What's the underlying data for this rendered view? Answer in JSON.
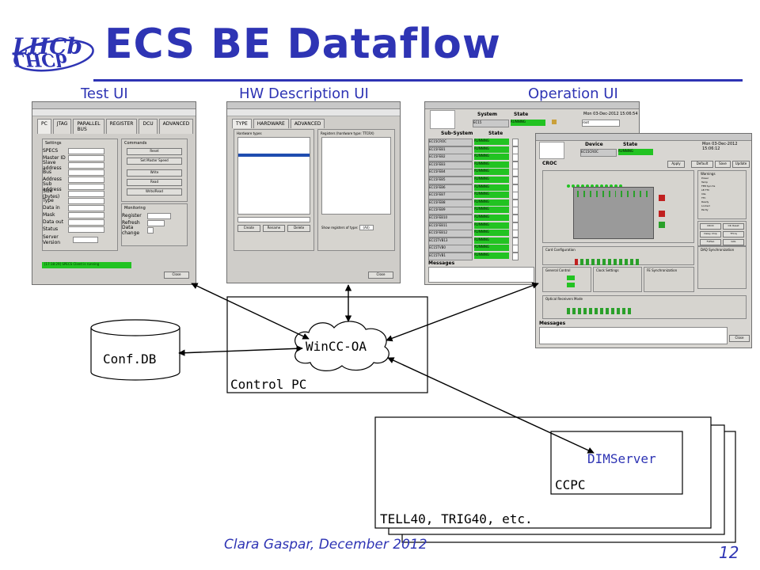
{
  "slide": {
    "title": "ECS BE Dataflow",
    "logo_text": "LHCb",
    "footer": "Clara Gaspar, December 2012",
    "page_number": "12",
    "accent_color": "#2e34b4"
  },
  "headings": {
    "test_ui": "Test UI",
    "hw_ui": "HW Description UI",
    "op_ui": "Operation UI"
  },
  "diagram": {
    "conf_db": "Conf.DB",
    "wincc": "WinCC-OA",
    "control_pc": "Control PC",
    "dimserver": "DIMServer",
    "ccpc": "CCPC",
    "tell40": "TELL40, TRIG40, etc."
  },
  "test_ui": {
    "tabs": [
      "PC",
      "JTAG",
      "PARALLEL BUS",
      "REGISTER",
      "DCU",
      "ADVANCED"
    ],
    "settings_title": "Settings",
    "commands_title": "Commands",
    "monitoring_title": "Monitoring",
    "field_labels": [
      "SPECS",
      "Master ID",
      "Slave address",
      "Bus",
      "Address",
      "Sub address",
      "Size (bytes)",
      "Type",
      "Data in",
      "Mask",
      "Data out",
      "Status"
    ],
    "command_buttons": [
      "Reset",
      "Set Master Speed",
      "Write",
      "Read",
      "Write/Read"
    ],
    "monitoring_labels": [
      "Register",
      "Refresh",
      "Data change"
    ],
    "server_version_label": "Server Version",
    "status_message": "[17:18:29] SPECS Client is running",
    "close_label": "Close"
  },
  "hw_ui": {
    "tabs": [
      "TYPE",
      "HARDWARE",
      "ADVANCED"
    ],
    "left_title": "Hardware types",
    "right_title": "Registers (hardware type: TTCRX)",
    "buttons": [
      "Create",
      "Rename",
      "Delete"
    ],
    "show_registers_label": "Show registers of type:",
    "show_registers_value": "(All)",
    "close_label": "Close"
  },
  "op_ui": {
    "system_label": "System",
    "state_label": "State",
    "system_value": "EC15",
    "state_value": "RUNNING",
    "subsystem_label": "Sub-System",
    "subsystems": [
      "EC15CROC",
      "EC15FEB1",
      "EC15FEB2",
      "EC15FEB3",
      "EC15FEB4",
      "EC15FEB5",
      "EC15FEB6",
      "EC15FEB7",
      "EC15FEB8",
      "EC15FEB9",
      "EC15FEB10",
      "EC15FEB11",
      "EC15FEB12",
      "EC15TVB13",
      "EC15TVB0",
      "EC15TVB1"
    ],
    "running_label": "RUNNING",
    "messages_label": "Messages",
    "date_text": "Mon 03-Dec-2012 15:06:54",
    "user_value": "root"
  },
  "croc_ui": {
    "device_label": "Device",
    "state_label": "State",
    "device_value": "EC15CROC",
    "state_value": "RUNNING",
    "croc_label": "CROC",
    "date_text": "Mon 03-Dec-2012 15:06:12",
    "sections": [
      "Card Configuration",
      "General Control",
      "Clock Settings",
      "FE Synchronization",
      "DAQ Synchronization",
      "Optical Receivers Mode"
    ],
    "warnings_title": "Warnings",
    "warning_items": [
      "Power",
      "Temp",
      "FEB Synchs",
      "LB TTC",
      "Idle",
      "TTC",
      "Ready",
      "Locked",
      "Parity"
    ],
    "buttons": [
      "Apply",
      "Default",
      "Save",
      "Update",
      "Clear",
      "Refresh"
    ],
    "reset_buttons": [
      "CROC",
      "Clk Reset",
      "Delay Chip",
      "TTCrq",
      "FxPGA",
      "GOL"
    ],
    "messages_label": "Messages",
    "close_label": "Close"
  }
}
